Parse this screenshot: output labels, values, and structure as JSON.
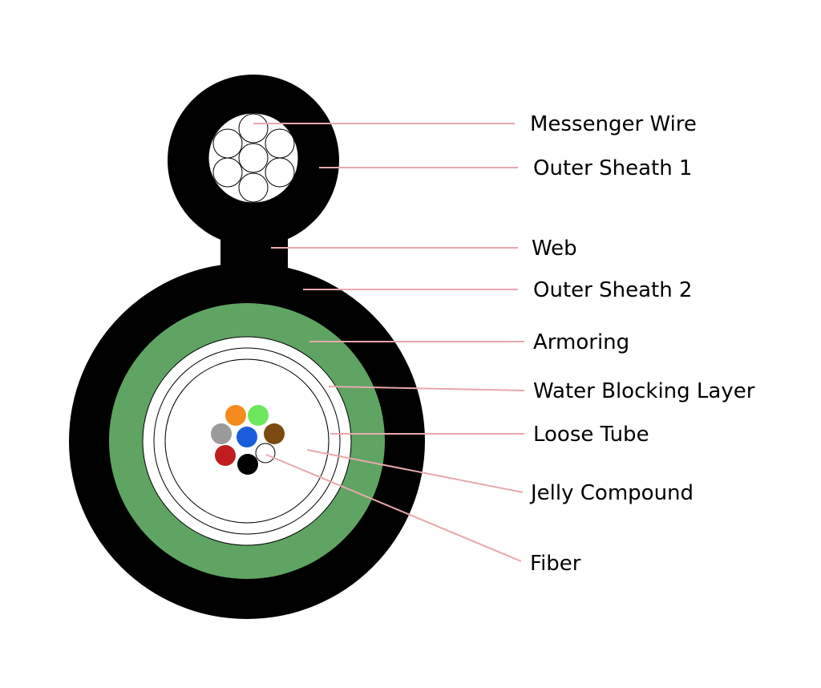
{
  "labels": {
    "messenger_wire": "Messenger Wire",
    "outer_sheath_1": "Outer Sheath 1",
    "web": "Web",
    "outer_sheath_2": "Outer Sheath 2",
    "armoring": "Armoring",
    "water_blocking_layer": "Water Blocking Layer",
    "loose_tube": "Loose Tube",
    "jelly_compound": "Jelly Compound",
    "fiber": "Fiber"
  },
  "colors": {
    "sheath": "#000000",
    "armoring": "#5fa463",
    "leader_line": "#e8a8ac",
    "fiber_colors": [
      "#f58a1f",
      "#6de85e",
      "#7a4a10",
      "#9a9a9a",
      "#1a5ddc",
      "#c01c22",
      "#000000",
      "#ffffff"
    ]
  }
}
